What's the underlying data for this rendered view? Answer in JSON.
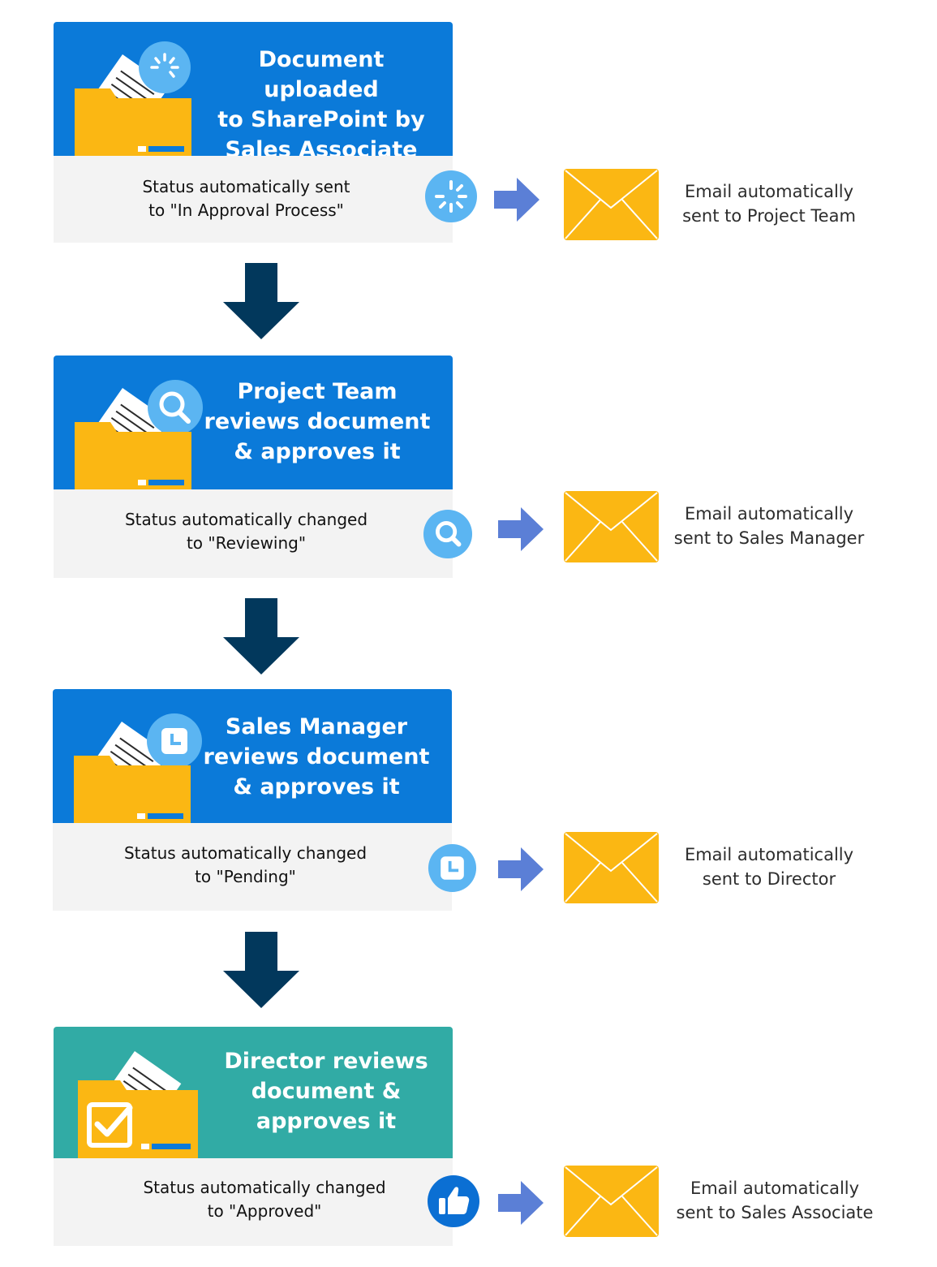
{
  "colors": {
    "card_blue": "#0b7ad9",
    "card_teal": "#31aba5",
    "card_footer": "#f3f3f3",
    "folder_yellow": "#fbb713",
    "envelope_yellow": "#fbb713",
    "status_icon_light_blue": "#5bb5f2",
    "status_icon_dark_blue": "#0b6fd3",
    "side_arrow": "#5b7fd6",
    "down_arrow": "#02385c"
  },
  "steps": [
    {
      "title": "Document uploaded\nto SharePoint by\nSales Associate",
      "status": "Status automatically sent\nto \"In Approval Process\"",
      "status_icon": "loading-spinner-icon",
      "email": "Email automatically\nsent to Project Team"
    },
    {
      "title": "Project Team\nreviews document\n& approves it",
      "status": "Status automatically changed\nto \"Reviewing\"",
      "status_icon": "magnifier-icon",
      "email": "Email automatically\nsent to Sales Manager"
    },
    {
      "title": "Sales Manager\nreviews document\n& approves it",
      "status": "Status automatically changed\nto \"Pending\"",
      "status_icon": "clock-icon",
      "email": "Email automatically\nsent to Director"
    },
    {
      "title": "Director reviews\ndocument &\napproves it",
      "status": "Status automatically changed\nto \"Approved\"",
      "status_icon": "thumbs-up-icon",
      "email": "Email automatically\nsent to Sales Associate"
    }
  ]
}
